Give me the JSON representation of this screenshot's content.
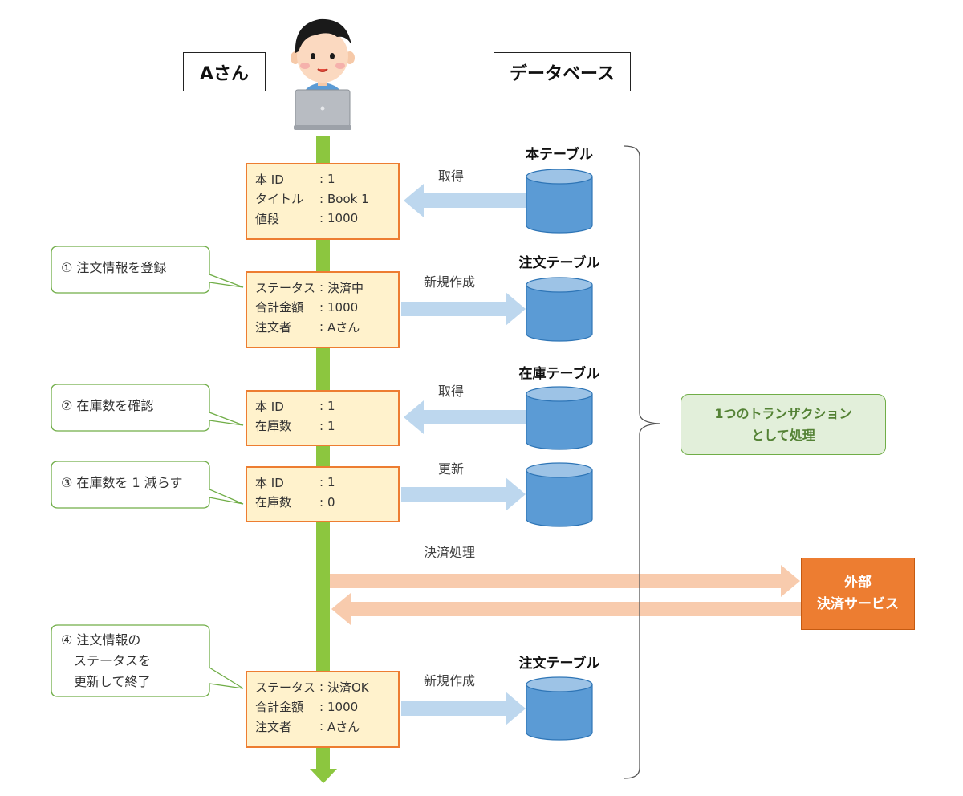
{
  "actors": {
    "user": "Aさん",
    "database": "データベース"
  },
  "records": [
    {
      "rows": [
        {
          "k": "本 ID",
          "v": "1"
        },
        {
          "k": "タイトル",
          "v": "Book 1"
        },
        {
          "k": "値段",
          "v": "1000"
        }
      ]
    },
    {
      "rows": [
        {
          "k": "ステータス",
          "v": "決済中"
        },
        {
          "k": "合計金額",
          "v": "1000"
        },
        {
          "k": "注文者",
          "v": "Aさん"
        }
      ]
    },
    {
      "rows": [
        {
          "k": "本 ID",
          "v": "1"
        },
        {
          "k": "在庫数",
          "v": "1"
        }
      ]
    },
    {
      "rows": [
        {
          "k": "本 ID",
          "v": "1"
        },
        {
          "k": "在庫数",
          "v": "0"
        }
      ]
    },
    {
      "rows": [
        {
          "k": "ステータス",
          "v": "決済OK"
        },
        {
          "k": "合計金額",
          "v": "1000"
        },
        {
          "k": "注文者",
          "v": "Aさん"
        }
      ]
    }
  ],
  "separator": ":",
  "tables": [
    "本テーブル",
    "注文テーブル",
    "在庫テーブル",
    "注文テーブル"
  ],
  "operations": [
    "取得",
    "新規作成",
    "取得",
    "更新",
    "決済処理",
    "新規作成"
  ],
  "callouts": [
    {
      "lines": [
        "① 注文情報を登録"
      ]
    },
    {
      "lines": [
        "② 在庫数を確認"
      ]
    },
    {
      "lines": [
        "③ 在庫数を 1 減らす"
      ]
    },
    {
      "lines": [
        "④ 注文情報の",
        "　ステータスを",
        "　更新して終了"
      ]
    }
  ],
  "transaction": {
    "line1": "1つのトランザクション",
    "line2": "として処理"
  },
  "external": {
    "line1": "外部",
    "line2": "決済サービス"
  },
  "colors": {
    "timeline": "#8cc63f",
    "record_fill": "#fff2cc",
    "record_border": "#ed7d31",
    "db_arrow": "#bdd7ee",
    "db_cylinder": "#5b9bd5",
    "payment_arrow": "#f8cbad",
    "callout_border": "#70ad47",
    "external_fill": "#ed7d31"
  }
}
